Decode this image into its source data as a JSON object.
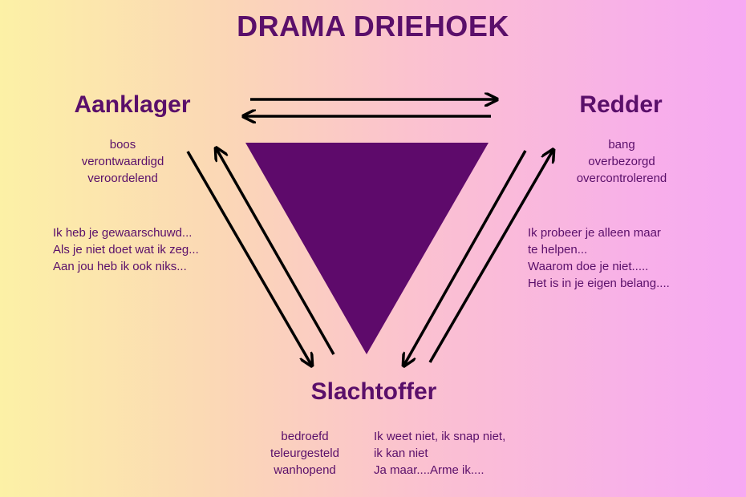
{
  "title": "DRAMA DRIEHOEK",
  "colors": {
    "text": "#5a0f6a",
    "triangle": "#5e0a6b",
    "arrows": "#000000"
  },
  "roles": {
    "aanklager": {
      "label": "Aanklager",
      "feelings": [
        "boos",
        "verontwaardigd",
        "veroordelend"
      ],
      "phrases": [
        "Ik heb je gewaarschuwd...",
        "Als je niet doet wat ik zeg...",
        "Aan jou heb ik ook niks..."
      ]
    },
    "redder": {
      "label": "Redder",
      "feelings": [
        "bang",
        "overbezorgd",
        "overcontrolerend"
      ],
      "phrases": [
        "Ik probeer je alleen maar",
        "te helpen...",
        "Waarom doe je niet.....",
        "Het is in je eigen belang...."
      ]
    },
    "slachtoffer": {
      "label": "Slachtoffer",
      "feelings": [
        "bedroefd",
        "teleurgesteld",
        "wanhopend"
      ],
      "phrases": [
        "Ik weet niet, ik snap niet,",
        "ik kan niet",
        "Ja maar....Arme ik...."
      ]
    }
  }
}
